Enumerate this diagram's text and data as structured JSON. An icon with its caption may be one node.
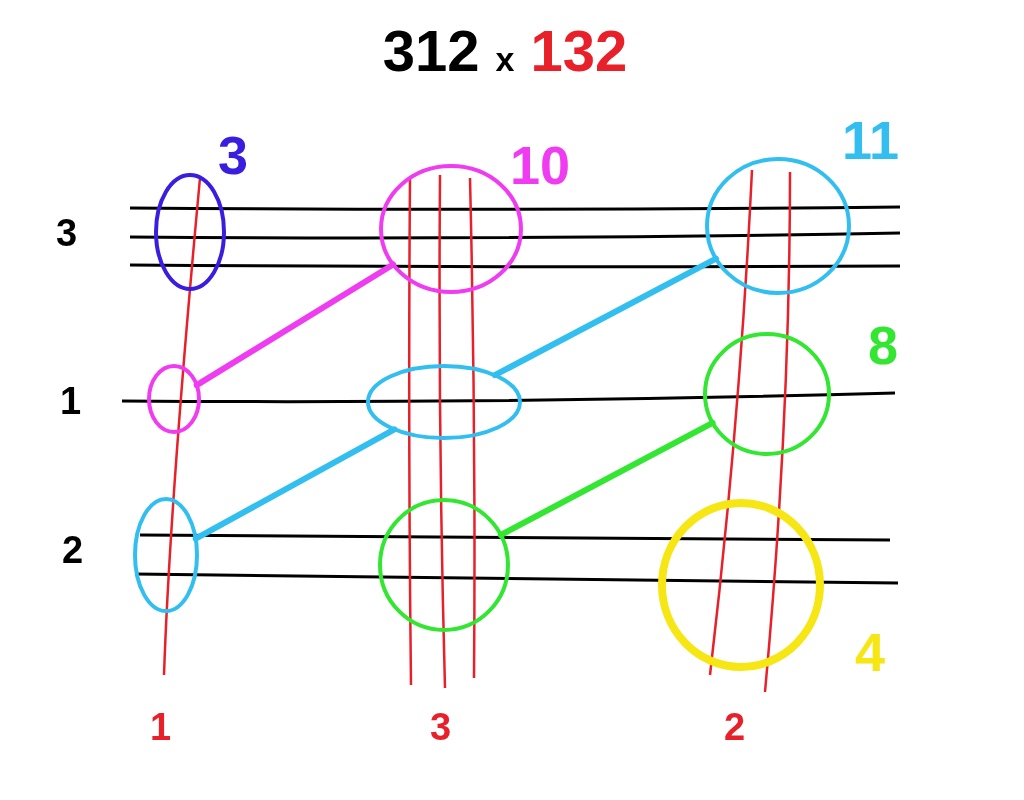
{
  "diagram": {
    "title": "312 x 132",
    "nodes": [
      {
        "text": [],
        "shape": "circle",
        "beside": [
          "3"
        ]
      },
      {
        "text": [],
        "shape": "circle",
        "beside": [
          "10"
        ]
      },
      {
        "text": [],
        "shape": "circle",
        "beside": [
          "11"
        ]
      },
      {
        "text": [],
        "shape": "circle",
        "beside": [
          "8"
        ]
      },
      {
        "text": [],
        "shape": "circle"
      },
      {
        "text": [],
        "shape": "circle"
      },
      {
        "text": [],
        "shape": "circle"
      },
      {
        "text": [],
        "shape": "circle"
      },
      {
        "text": [],
        "shape": "circle",
        "beside": [
          "4"
        ]
      }
    ],
    "edges": [
      {
        "from": 4,
        "to": 1,
        "arrow": "none",
        "color": "#f03cf0"
      },
      {
        "from": 6,
        "to": 5,
        "arrow": "none",
        "color": "#32bff0"
      },
      {
        "from": 5,
        "to": 2,
        "arrow": "none",
        "color": "#32bff0"
      },
      {
        "from": 7,
        "to": 3,
        "arrow": "none",
        "color": "#32e632"
      }
    ],
    "labels": [
      "3",
      "1",
      "2",
      "1",
      "3",
      "2"
    ]
  }
}
